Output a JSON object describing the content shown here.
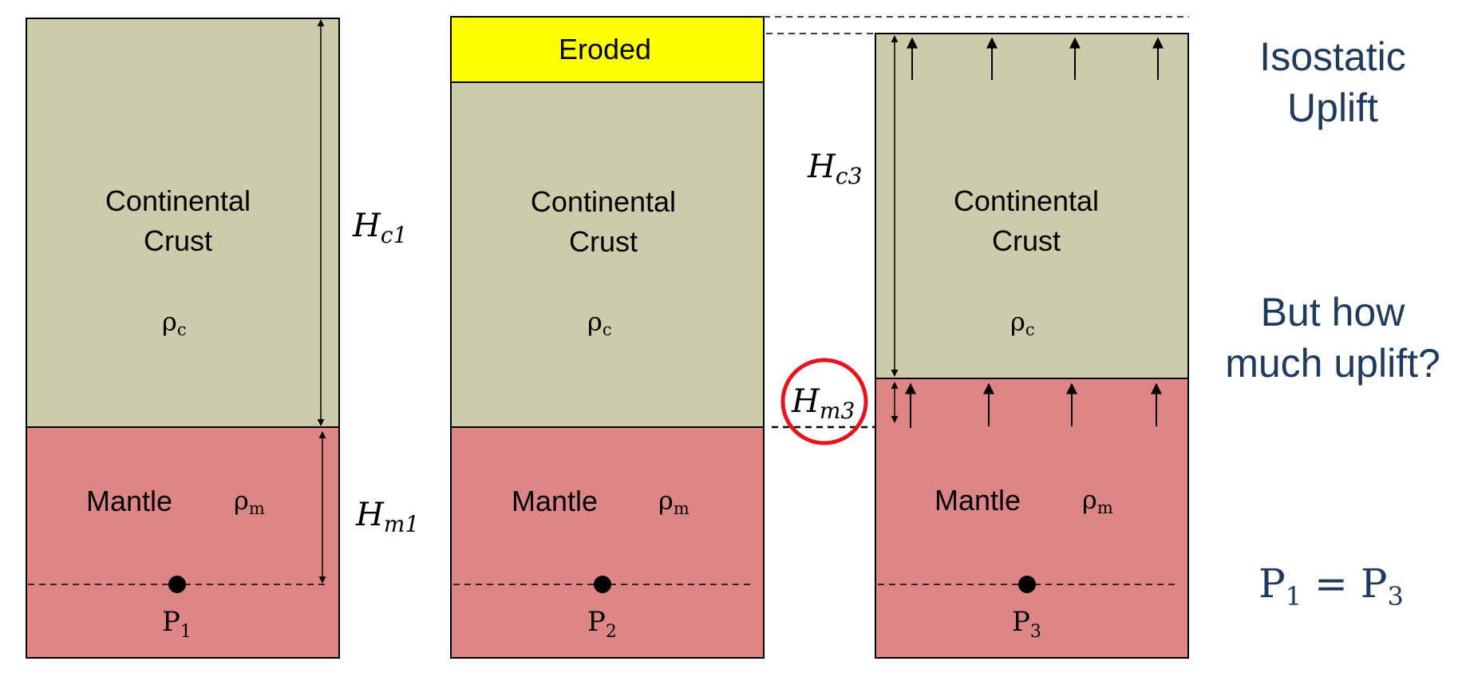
{
  "colors": {
    "crust": "#cccbaa",
    "mantle": "#de8686",
    "eroded": "#ffff00",
    "highlight_circle": "#e8141a",
    "note_text": "#1e3a5c"
  },
  "columns": [
    {
      "crust_label_line1": "Continental",
      "crust_label_line2": "Crust",
      "crust_density": "ρ",
      "crust_density_sub": "c",
      "mantle_label": "Mantle",
      "mantle_density": "ρ",
      "mantle_density_sub": "m",
      "point_label": "P",
      "point_sub": "1"
    },
    {
      "eroded_label": "Eroded",
      "crust_label_line1": "Continental",
      "crust_label_line2": "Crust",
      "crust_density": "ρ",
      "crust_density_sub": "c",
      "mantle_label": "Mantle",
      "mantle_density": "ρ",
      "mantle_density_sub": "m",
      "point_label": "P",
      "point_sub": "2"
    },
    {
      "crust_label_line1": "Continental",
      "crust_label_line2": "Crust",
      "crust_density": "ρ",
      "crust_density_sub": "c",
      "mantle_label": "Mantle",
      "mantle_density": "ρ",
      "mantle_density_sub": "m",
      "point_label": "P",
      "point_sub": "3"
    }
  ],
  "heights": {
    "hc1": "H",
    "hc1_sub": "c1",
    "hm1": "H",
    "hm1_sub": "m1",
    "hc3": "H",
    "hc3_sub": "c3",
    "hm3": "H",
    "hm3_sub": "m3"
  },
  "notes": {
    "uplift_line1": "Isostatic",
    "uplift_line2": "Uplift",
    "question_line1": "But how",
    "question_line2": "much uplift?",
    "equation_lhs": "P",
    "equation_lhs_sub": "1",
    "equation_eq": " = ",
    "equation_rhs": "P",
    "equation_rhs_sub": "3"
  }
}
